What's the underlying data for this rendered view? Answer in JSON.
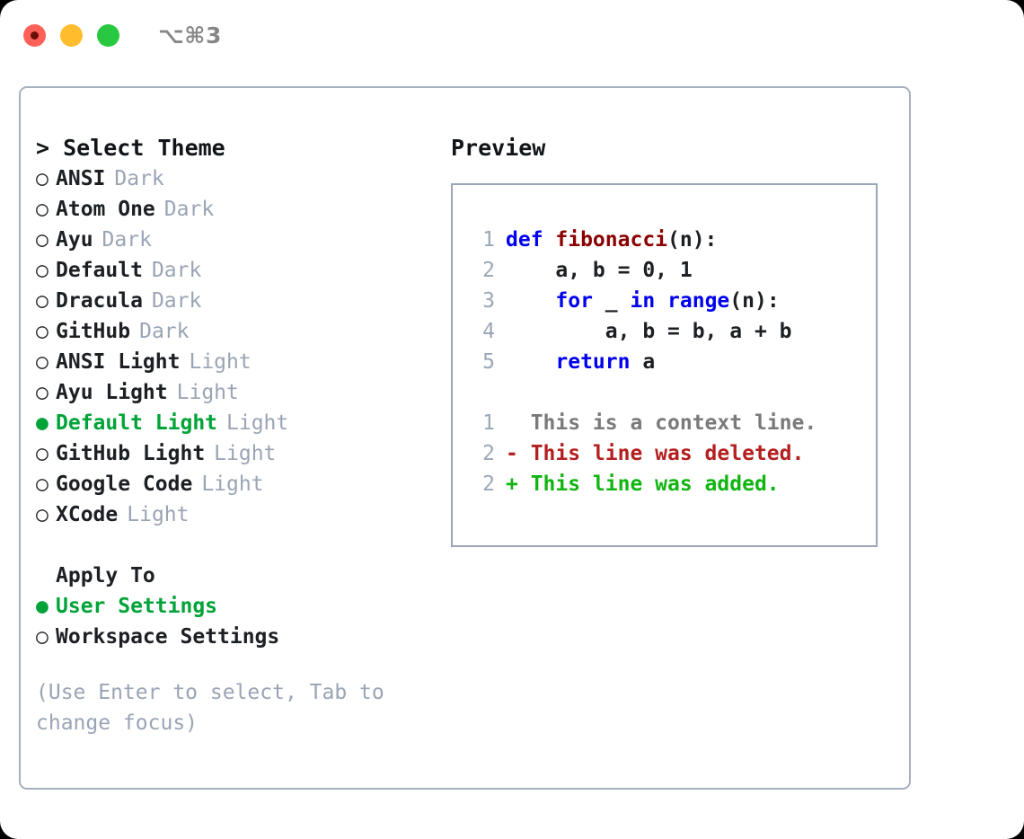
{
  "titlebar": {
    "shortcut": "⌥⌘3",
    "buttons": [
      {
        "name": "close",
        "color": "#ff6159"
      },
      {
        "name": "minimize",
        "color": "#ffbd2e"
      },
      {
        "name": "maximize",
        "color": "#28c840"
      }
    ]
  },
  "theme_picker": {
    "heading": "> Select Theme",
    "selected_bullet": "●",
    "unselected_bullet": "○",
    "accent_color": "#00a338",
    "muted_color": "#9aa4b4",
    "items": [
      {
        "label": "ANSI",
        "tag": "Dark",
        "selected": false
      },
      {
        "label": "Atom One",
        "tag": "Dark",
        "selected": false
      },
      {
        "label": "Ayu",
        "tag": "Dark",
        "selected": false
      },
      {
        "label": "Default",
        "tag": "Dark",
        "selected": false
      },
      {
        "label": "Dracula",
        "tag": "Dark",
        "selected": false
      },
      {
        "label": "GitHub",
        "tag": "Dark",
        "selected": false
      },
      {
        "label": "ANSI Light",
        "tag": "Light",
        "selected": false
      },
      {
        "label": "Ayu Light",
        "tag": "Light",
        "selected": false
      },
      {
        "label": "Default Light",
        "tag": "Light",
        "selected": true
      },
      {
        "label": "GitHub Light",
        "tag": "Light",
        "selected": false
      },
      {
        "label": "Google Code",
        "tag": "Light",
        "selected": false
      },
      {
        "label": "XCode",
        "tag": "Light",
        "selected": false
      }
    ]
  },
  "apply_to": {
    "heading": "Apply To",
    "items": [
      {
        "label": "User Settings",
        "selected": true
      },
      {
        "label": "Workspace Settings",
        "selected": false
      }
    ]
  },
  "hint": "(Use Enter to select, Tab to change focus)",
  "preview": {
    "heading": "Preview",
    "code_lines": [
      {
        "num": "1",
        "tokens": [
          {
            "t": "def ",
            "c": "kw"
          },
          {
            "t": "fibonacci",
            "c": "fn"
          },
          {
            "t": "(n):",
            "c": "plain"
          }
        ]
      },
      {
        "num": "2",
        "tokens": [
          {
            "t": "    a, b = 0, 1",
            "c": "plain"
          }
        ]
      },
      {
        "num": "3",
        "tokens": [
          {
            "t": "    ",
            "c": "plain"
          },
          {
            "t": "for",
            "c": "kw"
          },
          {
            "t": " _ ",
            "c": "plain"
          },
          {
            "t": "in",
            "c": "kw"
          },
          {
            "t": " ",
            "c": "plain"
          },
          {
            "t": "range",
            "c": "bi"
          },
          {
            "t": "(n):",
            "c": "plain"
          }
        ]
      },
      {
        "num": "4",
        "tokens": [
          {
            "t": "        a, b = b, a + b",
            "c": "plain"
          }
        ]
      },
      {
        "num": "5",
        "tokens": [
          {
            "t": "    ",
            "c": "plain"
          },
          {
            "t": "return",
            "c": "kw"
          },
          {
            "t": " a",
            "c": "plain"
          }
        ]
      }
    ],
    "diff_lines": [
      {
        "num": "1",
        "text": "  This is a context line.",
        "kind": "diff-ctx"
      },
      {
        "num": "2",
        "text": "- This line was deleted.",
        "kind": "diff-del"
      },
      {
        "num": "2",
        "text": "+ This line was added.",
        "kind": "diff-add"
      }
    ]
  }
}
